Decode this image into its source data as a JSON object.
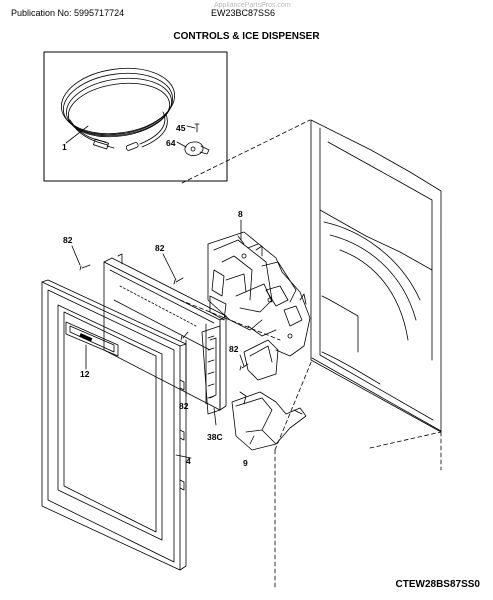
{
  "header": {
    "publication": "Publication No: 5995717724",
    "model": "EW23BC87SS6",
    "watermark": "AppliancePartsPros.com"
  },
  "title": "CONTROLS & ICE DISPENSER",
  "footer": {
    "code": "CTEW28BS87SS0"
  },
  "callouts": {
    "c1": "1",
    "c45": "45",
    "c64": "64",
    "c8": "8",
    "c82a": "82",
    "c82b": "82",
    "c82c": "82",
    "c82d": "82",
    "c12": "12",
    "c4": "4",
    "c38c": "38C",
    "c9": "9"
  }
}
